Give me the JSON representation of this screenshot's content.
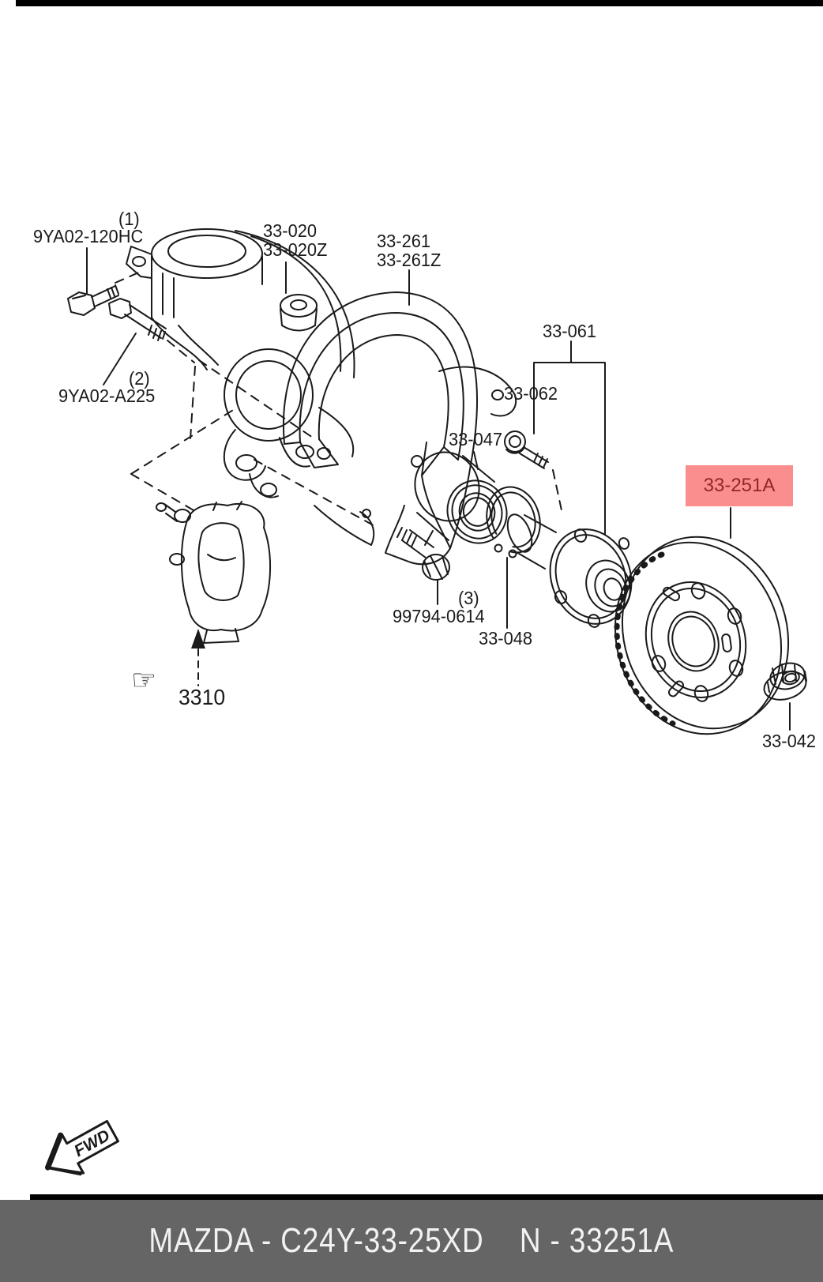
{
  "doc": {
    "type": "parts-catalog-exploded-diagram",
    "highlighted_part": "33-251A"
  },
  "colors": {
    "line": "#1A1A1A",
    "highlight_bg": "#FA8E8E",
    "highlight_text": "#952525",
    "footer_bg": "#656565",
    "footer_text": "#F2F2F2",
    "bar": "#000000"
  },
  "diagram": {
    "callouts": {
      "bolt1_index": "(1)",
      "bolt1_ref": "9YA02-120HC",
      "knuckle_ref": "33-020",
      "knuckle_ref_alt": "33-020Z",
      "shield_ref": "33-261",
      "shield_ref_alt": "33-261Z",
      "bolt2_index": "(2)",
      "bolt2_ref": "9YA02-A225",
      "hub_ref": "33-061",
      "hub_bolt_ref": "33-062",
      "bearing_ref": "33-047",
      "rotor_ref": "33-251A",
      "bolt3_index": "(3)",
      "bolt3_ref": "99794-0614",
      "snap_ring_ref": "33-048",
      "caliper_ref": "3310",
      "nut_ref": "33-042",
      "fwd_label": "FWD",
      "hand_icon": "☞"
    }
  },
  "footer": {
    "catalog_code": "MAZDA - C24Y-33-25XD",
    "part_code": "N - 33251A"
  }
}
